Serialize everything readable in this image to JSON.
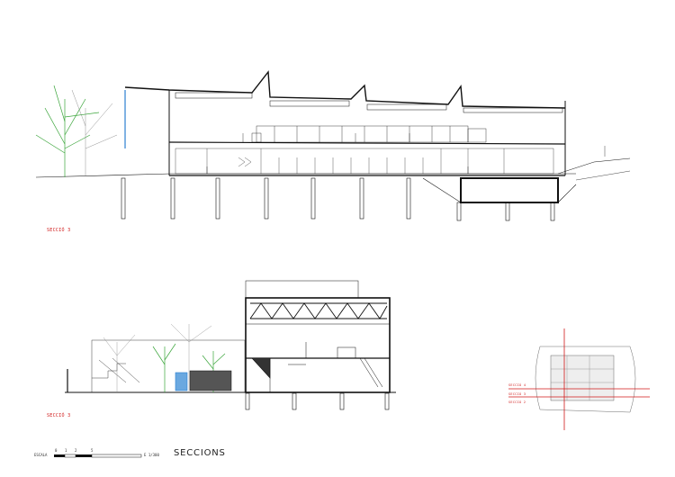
{
  "drawing": {
    "title": "SECCIONS",
    "section_label_top": "SECCIÓ 3",
    "section_label_bottom": "SECCIÓ 3",
    "scale_label": "ESCALA",
    "scale_ticks": [
      "0",
      "1",
      "2",
      "5"
    ],
    "scale_ratio": "E 1/300",
    "keyplan_labels": [
      "SECCIÓ 4",
      "SECCIÓ 3",
      "SECCIÓ 2"
    ]
  },
  "colors": {
    "line": "#111111",
    "accent_red": "#d01818",
    "tree_green": "#3aa53a",
    "glass_blue": "#2b7fd0"
  }
}
